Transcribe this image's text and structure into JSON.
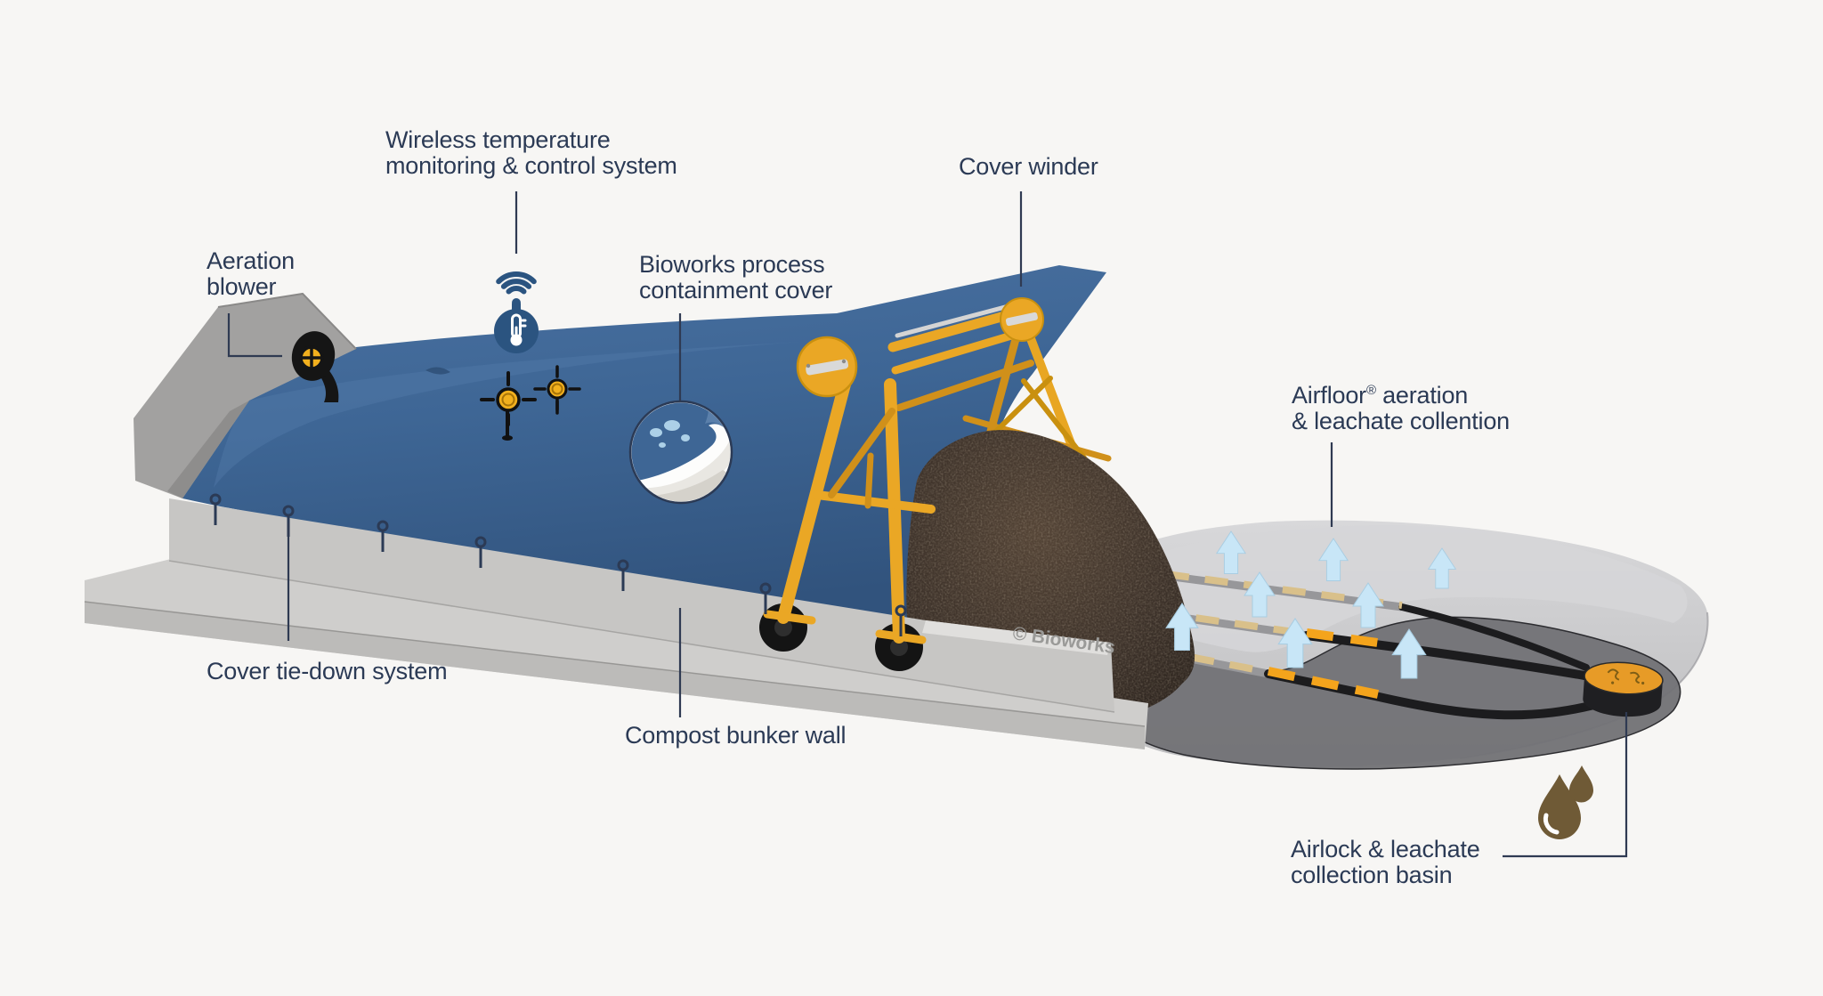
{
  "diagram": {
    "labels": {
      "wireless_temp": {
        "line1": "Wireless temperature",
        "line2": "monitoring & control system"
      },
      "cover_winder": {
        "text": "Cover winder"
      },
      "aeration_blower": {
        "line1": "Aeration",
        "line2": "blower"
      },
      "containment_cover": {
        "line1": "Bioworks process",
        "line2": "containment cover"
      },
      "airfloor": {
        "brand": "Airfloor",
        "registered_mark": "®",
        "line1_rest": " aeration",
        "line2": "& leachate collention"
      },
      "tie_down": {
        "text": "Cover tie-down system"
      },
      "bunker_wall": {
        "text": "Compost bunker wall"
      },
      "airlock": {
        "line1": "Airlock & leachate",
        "line2": "collection basin"
      }
    },
    "watermark": "© Bioworks",
    "icons": {
      "wireless_sensor": "wifi-thermometer-icon",
      "temperature_probe": "temperature-sensor-cross-icon",
      "aeration_blower": "blower-fan-icon",
      "airflow": "up-arrow-icon",
      "leachate": "water-droplets-icon",
      "cover_detail": "magnifier-circle"
    },
    "colors": {
      "background": "#f7f6f4",
      "label": "#2b3a55",
      "connector": "#2f3a52",
      "cover": "#3e6695",
      "yellow": "#eaa725",
      "sensor": "#f2b01e",
      "navyicon": "#2b5480",
      "droplet": "#6f5a36",
      "arrow": "#c8e6f7",
      "dash": "#f4a41c",
      "watermark": "#9a9a98"
    }
  }
}
